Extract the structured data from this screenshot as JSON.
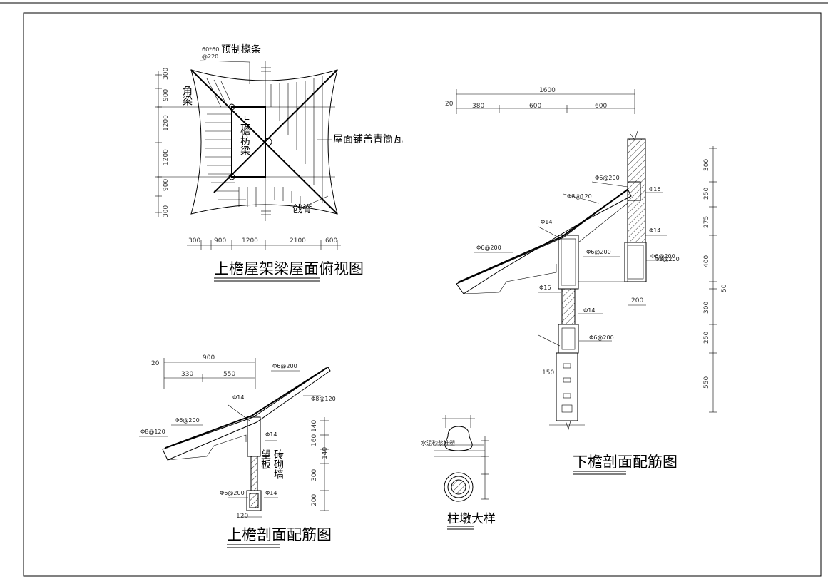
{
  "views": {
    "roof_plan": {
      "title": "上檐屋架梁屋面俯视图",
      "labels": {
        "rafter_spec": "60*60",
        "rafter_spacing": "@220",
        "rafter": "预制椽条",
        "corner_beam": "角梁",
        "upper_beam": "上檐枋梁",
        "roof_tiles": "屋面铺盖青筒瓦",
        "ridge": "戗脊"
      },
      "dims_left": [
        "300",
        "900",
        "1200",
        "1200",
        "900",
        "300"
      ],
      "dims_bottom": [
        "300",
        "900",
        "1200",
        "2100",
        "600"
      ]
    },
    "upper_section": {
      "title": "上檐剖面配筋图",
      "dims_top": [
        "900",
        "20",
        "330",
        "550"
      ],
      "dims_right": [
        "140",
        "160",
        "140",
        "300",
        "200"
      ],
      "dim_bottom": "120",
      "rebar": [
        "Φ6@200",
        "Φ8@120",
        "Φ6@200",
        "Φ8@120",
        "Φ14",
        "Φ14",
        "Φ6@200",
        "Φ14"
      ],
      "wall_label": "砖砌墙",
      "board_label": "望板"
    },
    "lower_section": {
      "title": "下檐剖面配筋图",
      "dims_top": [
        "1600",
        "20",
        "380",
        "600",
        "600"
      ],
      "dims_right": [
        "300",
        "250",
        "275",
        "400",
        "50",
        "300",
        "250",
        "550"
      ],
      "dims_bottom": [
        "200",
        "150"
      ],
      "rebar": [
        "Φ6@200",
        "Φ8@120",
        "Φ6@200",
        "Φ14",
        "Φ16",
        "Φ6@200",
        "Φ6@200",
        "Φ14",
        "Φ16",
        "Φ8@200",
        "Φ6@200",
        "Φ14"
      ]
    },
    "column_base": {
      "title": "柱墩大样",
      "label": "水泥砂浆堆塑"
    }
  }
}
